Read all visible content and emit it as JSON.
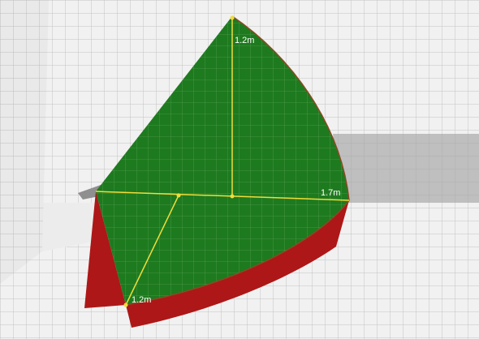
{
  "scene": {
    "colors": {
      "background": "#ececec",
      "grid_line": "#b9b9b9",
      "front_face": "#1f7a1f",
      "back_face": "#b01818",
      "dimension_line": "#f1dc3a",
      "label_text": "#ffffff",
      "edge": "#9a5a2a"
    },
    "dimensions": {
      "height": {
        "label": "1.2m"
      },
      "length": {
        "label": "1.7m"
      },
      "depth": {
        "label": "1.2m"
      }
    }
  }
}
